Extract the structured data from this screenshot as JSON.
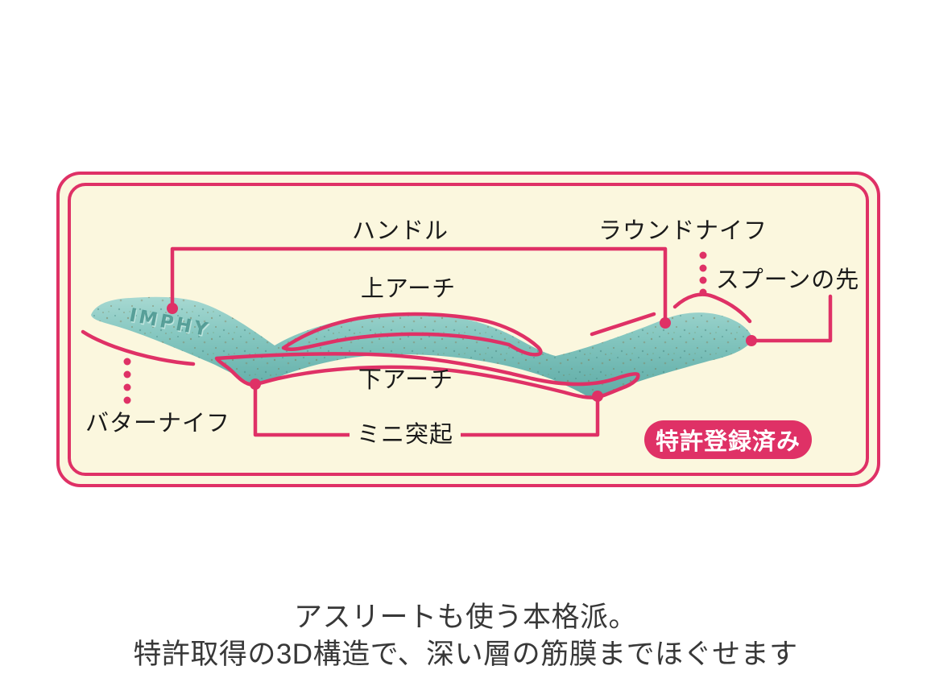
{
  "theme": {
    "accent": "#df3166",
    "panel_bg": "#fbf7de",
    "tool_teal_light": "#a9dad3",
    "tool_teal": "#7fc3bc",
    "tool_teal_dark": "#5fa7a2",
    "label_color": "#1a1a1a",
    "caption_color": "#383838",
    "badge_text_color": "#ffffff"
  },
  "diagram": {
    "labels": {
      "handle": "ハンドル",
      "round_knife": "ラウンドナイフ",
      "spoon_tip": "スプーンの先",
      "upper_arch": "上アーチ",
      "lower_arch": "下アーチ",
      "mini_protrusion": "ミニ突起",
      "butter_knife": "バターナイフ"
    },
    "badge": "特許登録済み",
    "logo": "IMPHY"
  },
  "caption": {
    "line1": "アスリートも使う本格派。",
    "line2": "特許取得の3D構造で、深い層の筋膜までほぐせます"
  }
}
